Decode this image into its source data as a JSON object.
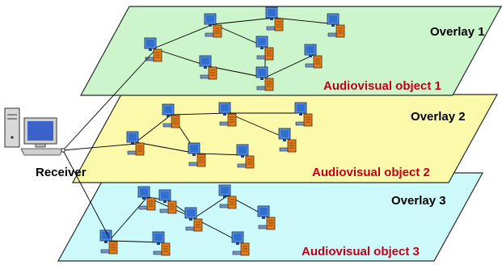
{
  "receiver": {
    "label": "Receiver"
  },
  "overlays": [
    {
      "label": "Overlay 1",
      "object_label": "Audiovisual object 1",
      "fill": "#ccf5cc"
    },
    {
      "label": "Overlay 2",
      "object_label": "Audiovisual object 2",
      "fill": "#fafaaa"
    },
    {
      "label": "Overlay 3",
      "object_label": "Audiovisual object 3",
      "fill": "#ccfafa"
    }
  ],
  "colors": {
    "object_label": "#c0001a",
    "node_monitor": "#2f6fd0",
    "node_tower": "#e07a1a"
  },
  "icons": {
    "node": "desktop-computer-icon",
    "receiver": "desktop-computer-icon"
  }
}
